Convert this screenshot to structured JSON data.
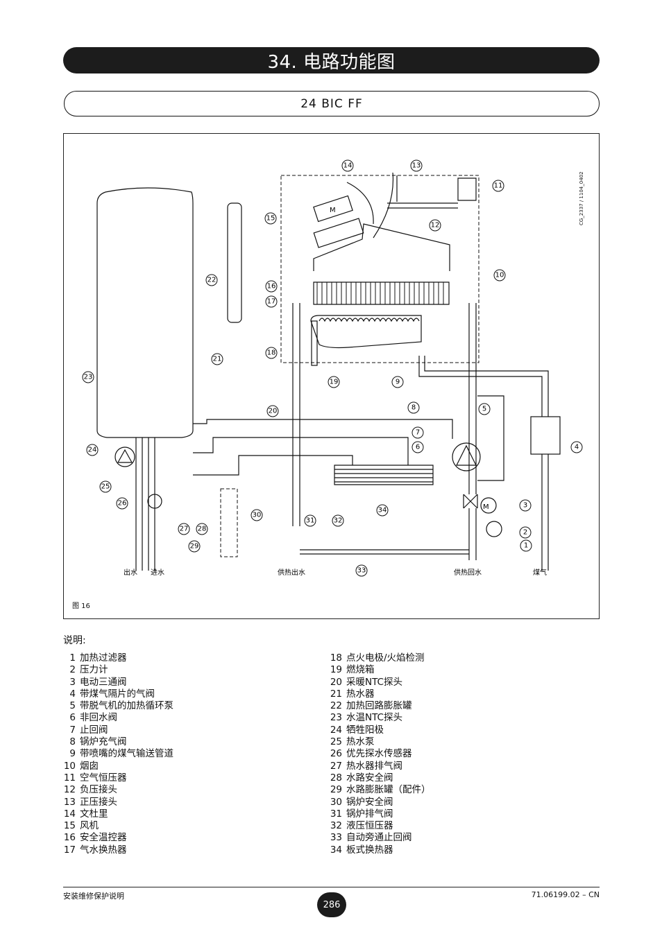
{
  "header": {
    "title": "34. 电路功能图",
    "model": "24 BIC FF"
  },
  "figure": {
    "label": "图 16",
    "code": "CG_2337 / 1104_0402",
    "outlet_labels": [
      "出水",
      "进水",
      "供热出水",
      "供热回水",
      "煤气"
    ],
    "callouts": [
      "1",
      "2",
      "3",
      "4",
      "5",
      "6",
      "7",
      "8",
      "9",
      "10",
      "11",
      "12",
      "13",
      "14",
      "15",
      "16",
      "17",
      "18",
      "19",
      "20",
      "21",
      "22",
      "23",
      "24",
      "25",
      "26",
      "27",
      "28",
      "29",
      "30",
      "31",
      "32",
      "33",
      "34"
    ],
    "fan_symbol": "M",
    "valve_symbol": "M"
  },
  "legend": {
    "heading": "说明:",
    "items": [
      {
        "num": "1",
        "text": "加热过滤器"
      },
      {
        "num": "2",
        "text": "压力计"
      },
      {
        "num": "3",
        "text": "电动三通阀"
      },
      {
        "num": "4",
        "text": "带煤气隔片的气阀"
      },
      {
        "num": "5",
        "text": "带脱气机的加热循环泵"
      },
      {
        "num": "6",
        "text": "非回水阀"
      },
      {
        "num": "7",
        "text": "止回阀"
      },
      {
        "num": "8",
        "text": "锅炉充气阀"
      },
      {
        "num": "9",
        "text": "带喷嘴的煤气输送管道"
      },
      {
        "num": "10",
        "text": "烟囱"
      },
      {
        "num": "11",
        "text": "空气恒压器"
      },
      {
        "num": "12",
        "text": "负压接头"
      },
      {
        "num": "13",
        "text": "正压接头"
      },
      {
        "num": "14",
        "text": "文杜里"
      },
      {
        "num": "15",
        "text": "风机"
      },
      {
        "num": "16",
        "text": "安全温控器"
      },
      {
        "num": "17",
        "text": "气水换热器"
      },
      {
        "num": "18",
        "text": "点火电极/火焰检测"
      },
      {
        "num": "19",
        "text": "燃烧箱"
      },
      {
        "num": "20",
        "text": "采暖NTC探头"
      },
      {
        "num": "21",
        "text": "热水器"
      },
      {
        "num": "22",
        "text": "加热回路膨胀罐"
      },
      {
        "num": "23",
        "text": "水温NTC探头"
      },
      {
        "num": "24",
        "text": "牺牲阳极"
      },
      {
        "num": "25",
        "text": "热水泵"
      },
      {
        "num": "26",
        "text": "优先探水传感器"
      },
      {
        "num": "27",
        "text": "热水器排气阀"
      },
      {
        "num": "28",
        "text": "水路安全阀"
      },
      {
        "num": "29",
        "text": "水路膨胀罐（配件）"
      },
      {
        "num": "30",
        "text": "锅炉安全阀"
      },
      {
        "num": "31",
        "text": "锅炉排气阀"
      },
      {
        "num": "32",
        "text": "液压恒压器"
      },
      {
        "num": "33",
        "text": "自动旁通止回阀"
      },
      {
        "num": "34",
        "text": "板式换热器"
      }
    ]
  },
  "footer": {
    "left": "安装维修保护说明",
    "page": "286",
    "right": "71.06199.02 – CN"
  }
}
